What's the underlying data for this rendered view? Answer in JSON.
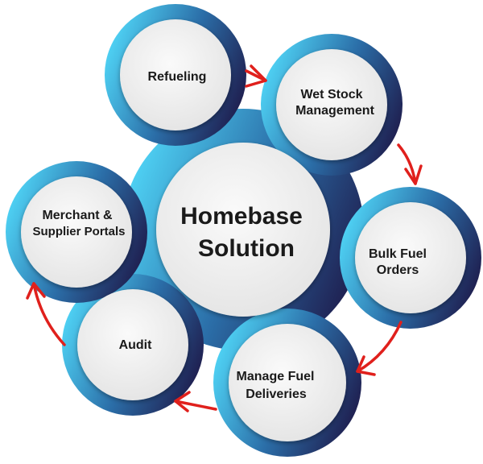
{
  "diagram": {
    "center": {
      "line1": "Homebase",
      "line2": "Solution"
    },
    "nodes": [
      {
        "id": "refueling",
        "lines": [
          "Refueling"
        ]
      },
      {
        "id": "wet-stock",
        "lines": [
          "Wet Stock",
          "Management"
        ]
      },
      {
        "id": "bulk-fuel",
        "lines": [
          "Bulk Fuel",
          "Orders"
        ]
      },
      {
        "id": "manage-fuel",
        "lines": [
          "Manage Fuel",
          "Deliveries"
        ]
      },
      {
        "id": "audit",
        "lines": [
          "Audit"
        ]
      },
      {
        "id": "merchant",
        "lines": [
          "Merchant &",
          "Supplier Portals"
        ]
      }
    ],
    "colors": {
      "gradient_start": "#4fd3f5",
      "gradient_mid": "#2b6ea8",
      "gradient_end": "#1e1848",
      "inner_circle": "#f1f1f1",
      "arrow": "#e0201c",
      "text": "#1a1a1a"
    }
  }
}
